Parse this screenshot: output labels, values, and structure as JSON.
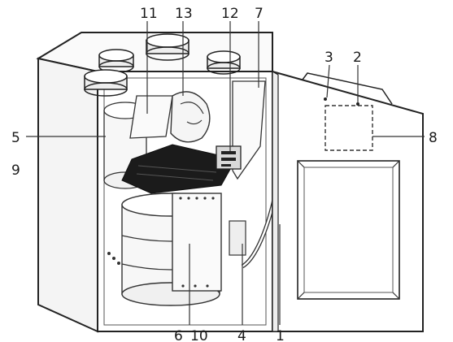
{
  "callouts": {
    "l1": "1",
    "l2": "2",
    "l3": "3",
    "l4": "4",
    "l5": "5",
    "l6": "6",
    "l7": "7",
    "l8": "8",
    "l9": "9",
    "l10": "10",
    "l11": "11",
    "l12": "12",
    "l13": "13"
  },
  "icons": {
    "unit": "ventilation-unit-illustration"
  }
}
